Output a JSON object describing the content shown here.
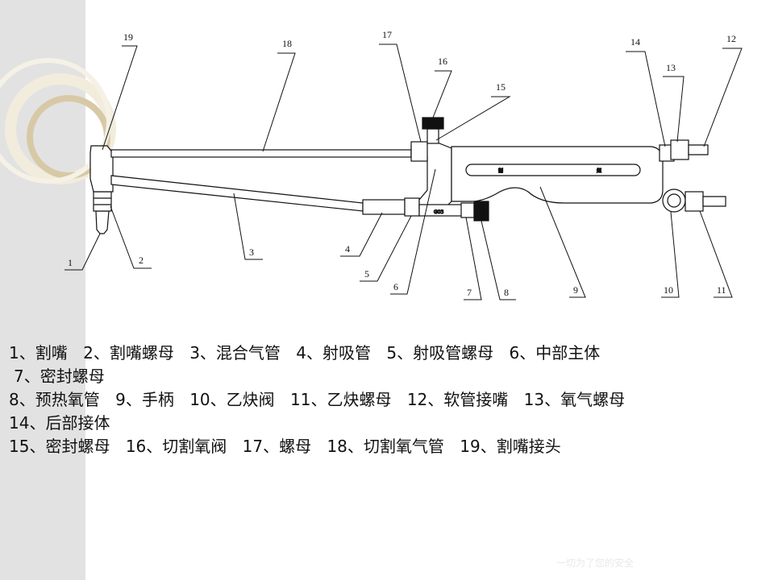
{
  "callouts": [
    {
      "num": "1",
      "name": "割嘴"
    },
    {
      "num": "2",
      "name": "割嘴螺母"
    },
    {
      "num": "3",
      "name": "混合气管"
    },
    {
      "num": "4",
      "name": "射吸管"
    },
    {
      "num": "5",
      "name": "射吸管螺母"
    },
    {
      "num": "6",
      "name": "中部主体"
    },
    {
      "num": "7",
      "name": "密封螺母"
    },
    {
      "num": "8",
      "name": "预热氧管"
    },
    {
      "num": "9",
      "name": "手柄"
    },
    {
      "num": "10",
      "name": "乙炔阀"
    },
    {
      "num": "11",
      "name": "乙炔螺母"
    },
    {
      "num": "12",
      "name": "软管接嘴"
    },
    {
      "num": "13",
      "name": "氧气螺母"
    },
    {
      "num": "14",
      "name": "后部接体"
    },
    {
      "num": "15",
      "name": "密封螺母"
    },
    {
      "num": "16",
      "name": "切割氧阀"
    },
    {
      "num": "17",
      "name": "螺母"
    },
    {
      "num": "18",
      "name": "切割氧气管"
    },
    {
      "num": "19",
      "name": "割嘴接头"
    }
  ],
  "legend_lines": [
    [
      "1、割嘴",
      "2、割嘴螺母",
      "3、混合气管",
      "4、射吸管",
      "5、射吸管螺母",
      "6、中部主体"
    ],
    [
      "7、密封螺母"
    ],
    [
      "8、预热氧管",
      "9、手柄",
      "10、乙炔阀",
      "11、乙炔螺母",
      "12、软管接嘴",
      "13、氧气螺母"
    ],
    [
      "14、后部接体"
    ],
    [
      "15、密封螺母",
      "16、切割氧阀",
      "17、螺母",
      "18、切割氧气管",
      "19、割嘴接头"
    ]
  ],
  "handle_marks": [
    "割",
    "炬"
  ],
  "tube_label": "G03",
  "watermark": "一切为了您的安全",
  "colors": {
    "line": "#111111",
    "side_band": "#e2e2e2",
    "ring": "#d8c9a6"
  }
}
